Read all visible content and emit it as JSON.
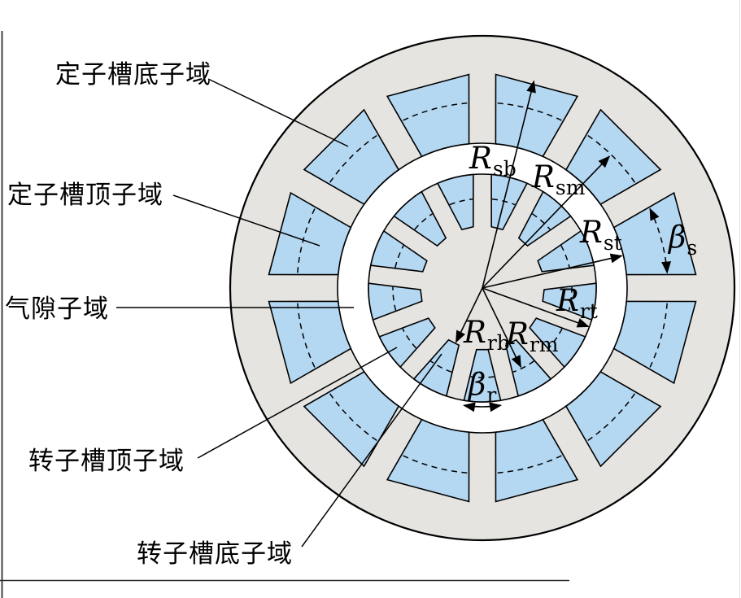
{
  "figure": {
    "type": "motor-subdomain-model-cross-section",
    "region_labels": [
      {
        "id": "stator-slot-bottom-subdomain",
        "text": "定子槽底子域"
      },
      {
        "id": "stator-slot-top-subdomain",
        "text": "定子槽顶子域"
      },
      {
        "id": "air-gap-subdomain",
        "text": "气隙子域"
      },
      {
        "id": "rotor-slot-top-subdomain",
        "text": "转子槽顶子域"
      },
      {
        "id": "rotor-slot-bottom-subdomain",
        "text": "转子槽底子域"
      }
    ],
    "symbols": {
      "R_sb": {
        "main": "R",
        "sub": "sb"
      },
      "R_sm": {
        "main": "R",
        "sub": "sm"
      },
      "R_st": {
        "main": "R",
        "sub": "st"
      },
      "R_rt": {
        "main": "R",
        "sub": "rt"
      },
      "R_rb": {
        "main": "R",
        "sub": "rb"
      },
      "R_rm": {
        "main": "R",
        "sub": "rm"
      },
      "beta_s": {
        "main": "β",
        "sub": "s"
      },
      "beta_r": {
        "main": "β",
        "sub": "r"
      }
    },
    "machine": {
      "stator_slot_count": 12,
      "rotor_slot_count": 13
    },
    "colors": {
      "iron": "#e5e4e1",
      "slot": "#b4d7f2",
      "air_gap": "#ffffff",
      "line": "#000000",
      "background": "#ffffff"
    }
  }
}
